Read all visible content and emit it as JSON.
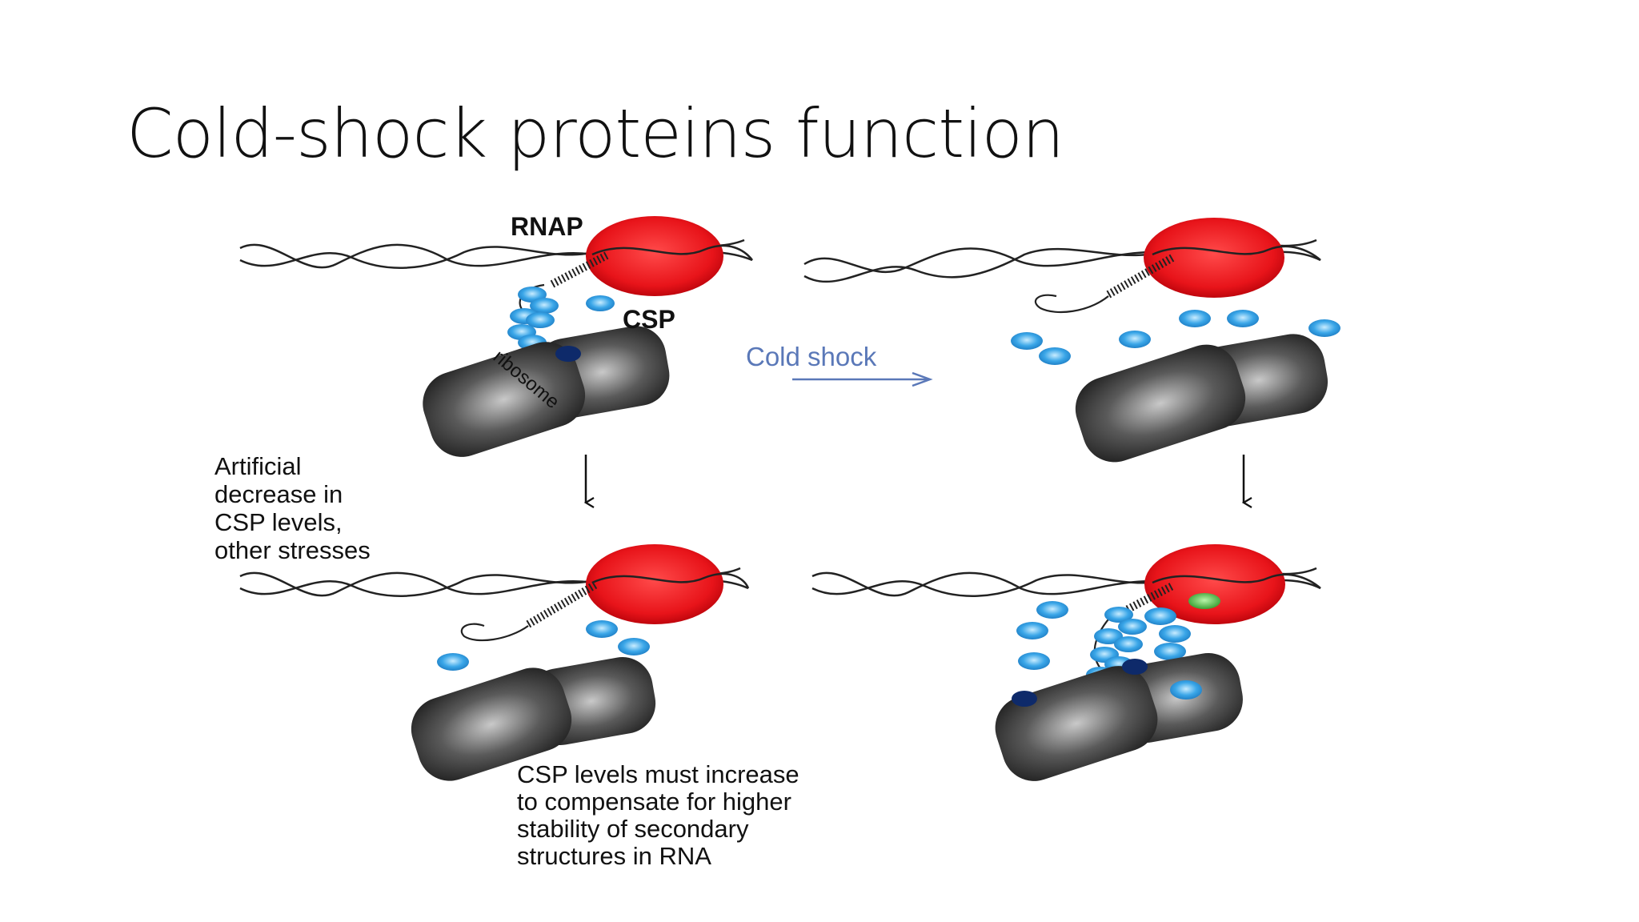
{
  "slide": {
    "title": "Cold-shock proteins function"
  },
  "figure": {
    "labels": {
      "rnap": "RNAP",
      "csp": "CSP",
      "ribosome": "ribosome",
      "cold_shock": "Cold shock"
    },
    "left_caption": [
      "Artificial",
      "decrease in",
      "CSP levels,",
      "other stresses"
    ],
    "bottom_caption": [
      "CSP levels must increase",
      "to compensate for higher",
      "stability of secondary",
      "structures in RNA"
    ],
    "colors": {
      "rnap": "#e8141a",
      "csp": "#3aa6e8",
      "ribosome": "#4a4a4a",
      "arrow_blue": "#5a78b8",
      "green_dot": "#55c04a",
      "dark_blue_dot": "#0e2a6a"
    }
  }
}
